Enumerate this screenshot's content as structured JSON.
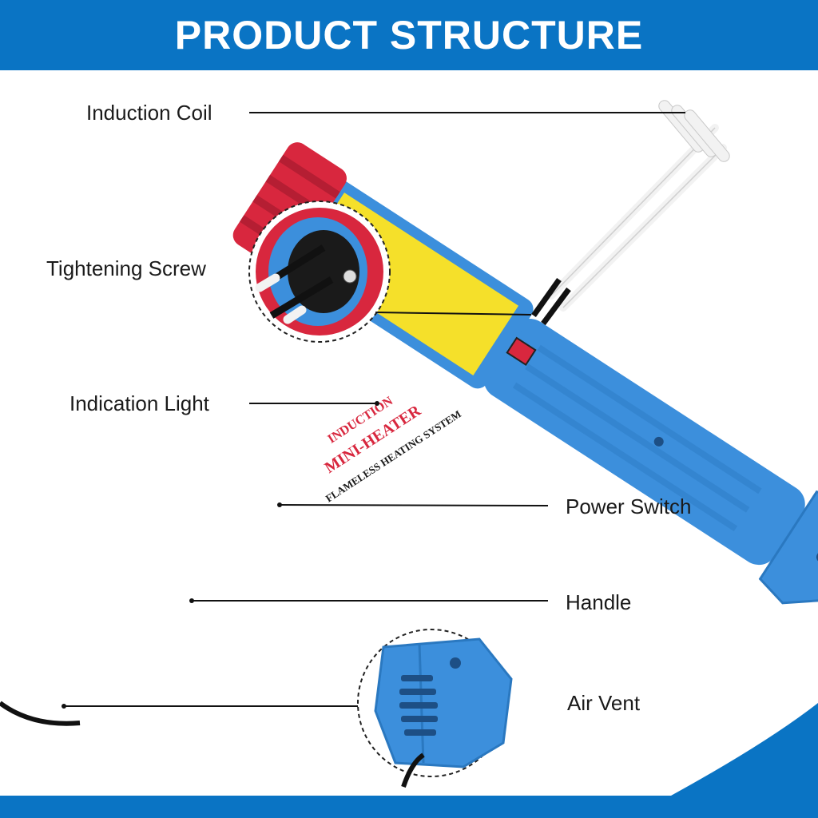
{
  "header": {
    "title": "PRODUCT STRUCTURE"
  },
  "labels": {
    "induction_coil": "Induction Coil",
    "tightening_screw": "Tightening Screw",
    "indication_light": "Indication Light",
    "power_switch": "Power Switch",
    "handle": "Handle",
    "air_vent": "Air Vent"
  },
  "product_print": {
    "line1": "FLAMELESS HEATING SYSTEM",
    "line2": "MINI-HEATER",
    "line3": "INDUCTION"
  },
  "colors": {
    "brand_blue": "#0a74c4",
    "body_blue": "#3c8fdc",
    "cap_red": "#d8273e",
    "sticker_yellow": "#f5e02a",
    "coil_white": "#f2f2f2"
  }
}
